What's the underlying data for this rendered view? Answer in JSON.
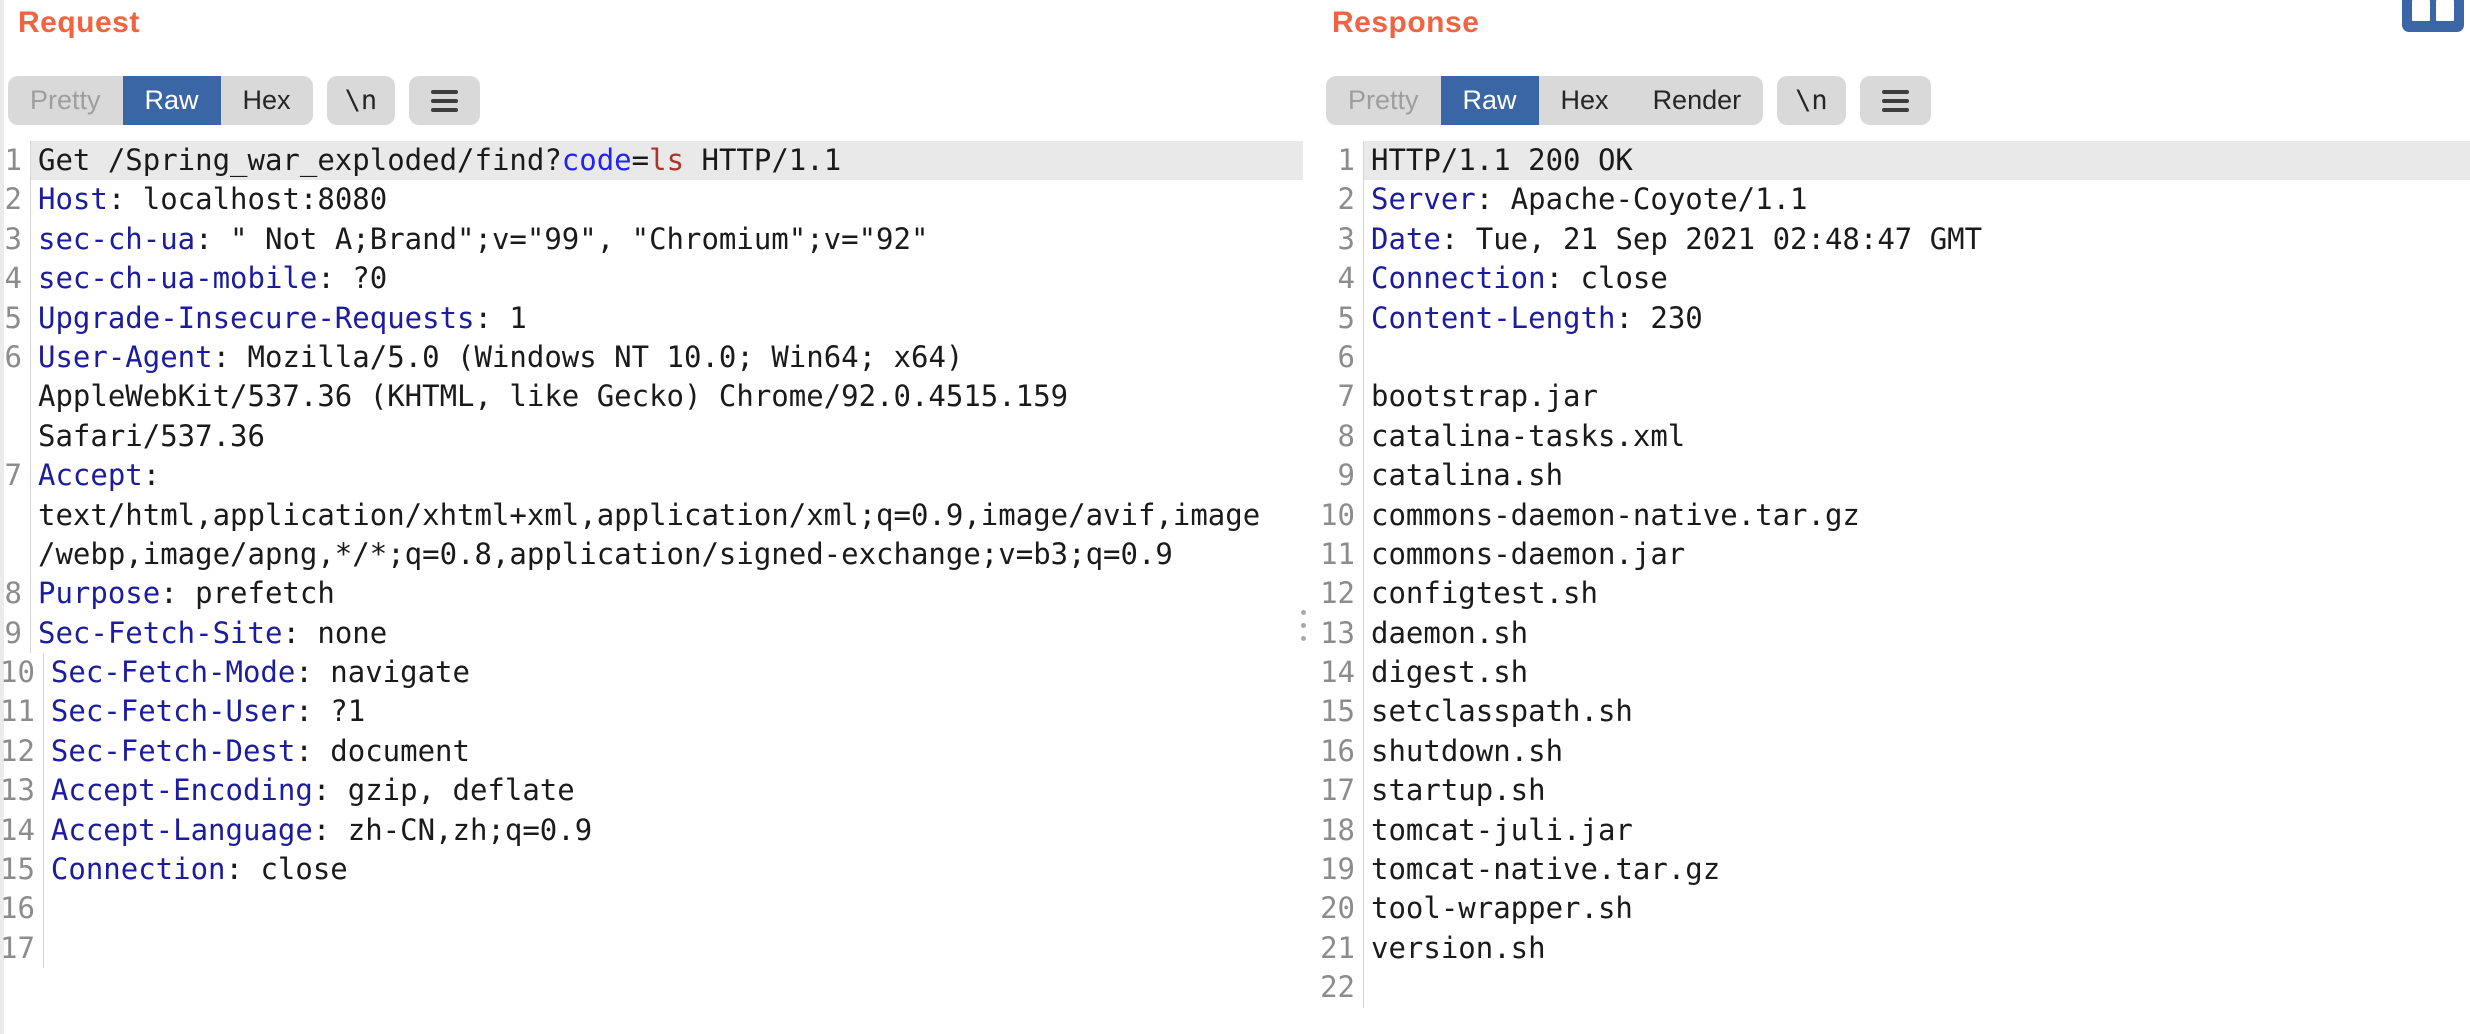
{
  "colors": {
    "accent_orange": "#ef6442",
    "tab_selected_blue": "#3a66a6",
    "tab_background": "#d9d9d9",
    "tab_disabled_text": "#9e9e9e",
    "header_name_blue": "#1c1c9e",
    "param_name_blue": "#2323ee",
    "param_value_red": "#a8352a",
    "line_highlight": "#e9e9e9",
    "line_number_gray": "#8c8c8c"
  },
  "layout_icon": "split-columns-icon",
  "request": {
    "title": "Request",
    "tabs": [
      {
        "label": "Pretty",
        "state": "disabled"
      },
      {
        "label": "Raw",
        "state": "selected"
      },
      {
        "label": "Hex",
        "state": ""
      }
    ],
    "newline_button_label": "\\n",
    "menu_icon": "hamburger-menu-icon",
    "rows": [
      {
        "n": "1",
        "hl": true,
        "seg": [
          [
            "t",
            "Get /Spring_war_exploded/find?"
          ],
          [
            "p",
            "code"
          ],
          [
            "t",
            "="
          ],
          [
            "v",
            "ls"
          ],
          [
            "t",
            " HTTP/1.1"
          ]
        ]
      },
      {
        "n": "2",
        "seg": [
          [
            "h",
            "Host"
          ],
          [
            "t",
            ": localhost:8080"
          ]
        ]
      },
      {
        "n": "3",
        "seg": [
          [
            "h",
            "sec-ch-ua"
          ],
          [
            "t",
            ": \" Not A;Brand\";v=\"99\", \"Chromium\";v=\"92\""
          ]
        ]
      },
      {
        "n": "4",
        "seg": [
          [
            "h",
            "sec-ch-ua-mobile"
          ],
          [
            "t",
            ": ?0"
          ]
        ]
      },
      {
        "n": "5",
        "seg": [
          [
            "h",
            "Upgrade-Insecure-Requests"
          ],
          [
            "t",
            ": 1"
          ]
        ]
      },
      {
        "n": "6",
        "seg": [
          [
            "h",
            "User-Agent"
          ],
          [
            "t",
            ": Mozilla/5.0 (Windows NT 10.0; Win64; x64)"
          ]
        ]
      },
      {
        "n": "",
        "seg": [
          [
            "t",
            "AppleWebKit/537.36 (KHTML, like Gecko) Chrome/92.0.4515.159"
          ]
        ]
      },
      {
        "n": "",
        "seg": [
          [
            "t",
            "Safari/537.36"
          ]
        ]
      },
      {
        "n": "7",
        "seg": [
          [
            "h",
            "Accept"
          ],
          [
            "t",
            ":"
          ]
        ]
      },
      {
        "n": "",
        "seg": [
          [
            "t",
            "text/html,application/xhtml+xml,application/xml;q=0.9,image/avif,image"
          ]
        ]
      },
      {
        "n": "",
        "seg": [
          [
            "t",
            "/webp,image/apng,*/*;q=0.8,application/signed-exchange;v=b3;q=0.9"
          ]
        ]
      },
      {
        "n": "8",
        "seg": [
          [
            "h",
            "Purpose"
          ],
          [
            "t",
            ": prefetch"
          ]
        ]
      },
      {
        "n": "9",
        "seg": [
          [
            "h",
            "Sec-Fetch-Site"
          ],
          [
            "t",
            ": none"
          ]
        ]
      },
      {
        "n": "10",
        "seg": [
          [
            "h",
            "Sec-Fetch-Mode"
          ],
          [
            "t",
            ": navigate"
          ]
        ]
      },
      {
        "n": "11",
        "seg": [
          [
            "h",
            "Sec-Fetch-User"
          ],
          [
            "t",
            ": ?1"
          ]
        ]
      },
      {
        "n": "12",
        "seg": [
          [
            "h",
            "Sec-Fetch-Dest"
          ],
          [
            "t",
            ": document"
          ]
        ]
      },
      {
        "n": "13",
        "seg": [
          [
            "h",
            "Accept-Encoding"
          ],
          [
            "t",
            ": gzip, deflate"
          ]
        ]
      },
      {
        "n": "14",
        "seg": [
          [
            "h",
            "Accept-Language"
          ],
          [
            "t",
            ": zh-CN,zh;q=0.9"
          ]
        ]
      },
      {
        "n": "15",
        "seg": [
          [
            "h",
            "Connection"
          ],
          [
            "t",
            ": close"
          ]
        ]
      },
      {
        "n": "16",
        "seg": []
      },
      {
        "n": "17",
        "seg": []
      }
    ]
  },
  "response": {
    "title": "Response",
    "tabs": [
      {
        "label": "Pretty",
        "state": "disabled"
      },
      {
        "label": "Raw",
        "state": "selected"
      },
      {
        "label": "Hex",
        "state": ""
      },
      {
        "label": "Render",
        "state": ""
      }
    ],
    "newline_button_label": "\\n",
    "menu_icon": "hamburger-menu-icon",
    "rows": [
      {
        "n": "1",
        "hl": true,
        "seg": [
          [
            "t",
            "HTTP/1.1 200 OK"
          ]
        ]
      },
      {
        "n": "2",
        "seg": [
          [
            "h",
            "Server"
          ],
          [
            "t",
            ": Apache-Coyote/1.1"
          ]
        ]
      },
      {
        "n": "3",
        "seg": [
          [
            "h",
            "Date"
          ],
          [
            "t",
            ": Tue, 21 Sep 2021 02:48:47 GMT"
          ]
        ]
      },
      {
        "n": "4",
        "seg": [
          [
            "h",
            "Connection"
          ],
          [
            "t",
            ": close"
          ]
        ]
      },
      {
        "n": "5",
        "seg": [
          [
            "h",
            "Content-Length"
          ],
          [
            "t",
            ": 230"
          ]
        ]
      },
      {
        "n": "6",
        "seg": []
      },
      {
        "n": "7",
        "seg": [
          [
            "t",
            "bootstrap.jar"
          ]
        ]
      },
      {
        "n": "8",
        "seg": [
          [
            "t",
            "catalina-tasks.xml"
          ]
        ]
      },
      {
        "n": "9",
        "seg": [
          [
            "t",
            "catalina.sh"
          ]
        ]
      },
      {
        "n": "10",
        "seg": [
          [
            "t",
            "commons-daemon-native.tar.gz"
          ]
        ]
      },
      {
        "n": "11",
        "seg": [
          [
            "t",
            "commons-daemon.jar"
          ]
        ]
      },
      {
        "n": "12",
        "seg": [
          [
            "t",
            "configtest.sh"
          ]
        ]
      },
      {
        "n": "13",
        "seg": [
          [
            "t",
            "daemon.sh"
          ]
        ]
      },
      {
        "n": "14",
        "seg": [
          [
            "t",
            "digest.sh"
          ]
        ]
      },
      {
        "n": "15",
        "seg": [
          [
            "t",
            "setclasspath.sh"
          ]
        ]
      },
      {
        "n": "16",
        "seg": [
          [
            "t",
            "shutdown.sh"
          ]
        ]
      },
      {
        "n": "17",
        "seg": [
          [
            "t",
            "startup.sh"
          ]
        ]
      },
      {
        "n": "18",
        "seg": [
          [
            "t",
            "tomcat-juli.jar"
          ]
        ]
      },
      {
        "n": "19",
        "seg": [
          [
            "t",
            "tomcat-native.tar.gz"
          ]
        ]
      },
      {
        "n": "20",
        "seg": [
          [
            "t",
            "tool-wrapper.sh"
          ]
        ]
      },
      {
        "n": "21",
        "seg": [
          [
            "t",
            "version.sh"
          ]
        ]
      },
      {
        "n": "22",
        "seg": []
      }
    ]
  }
}
